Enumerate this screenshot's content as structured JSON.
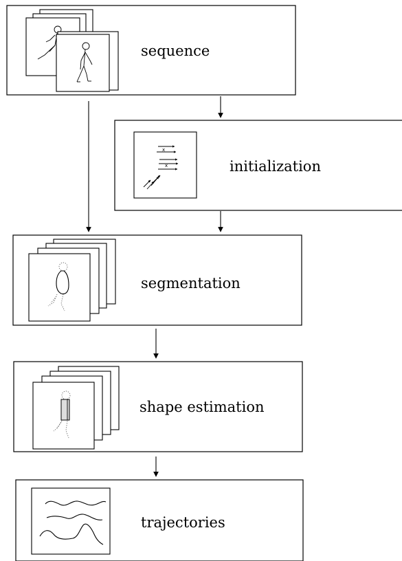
{
  "steps": [
    {
      "id": "sequence",
      "label": "sequence"
    },
    {
      "id": "initialization",
      "label": "initialization"
    },
    {
      "id": "segmentation",
      "label": "segmentation"
    },
    {
      "id": "shape_estimation",
      "label": "shape estimation"
    },
    {
      "id": "trajectories",
      "label": "trajectories"
    }
  ],
  "arrow_marker_text": "x"
}
